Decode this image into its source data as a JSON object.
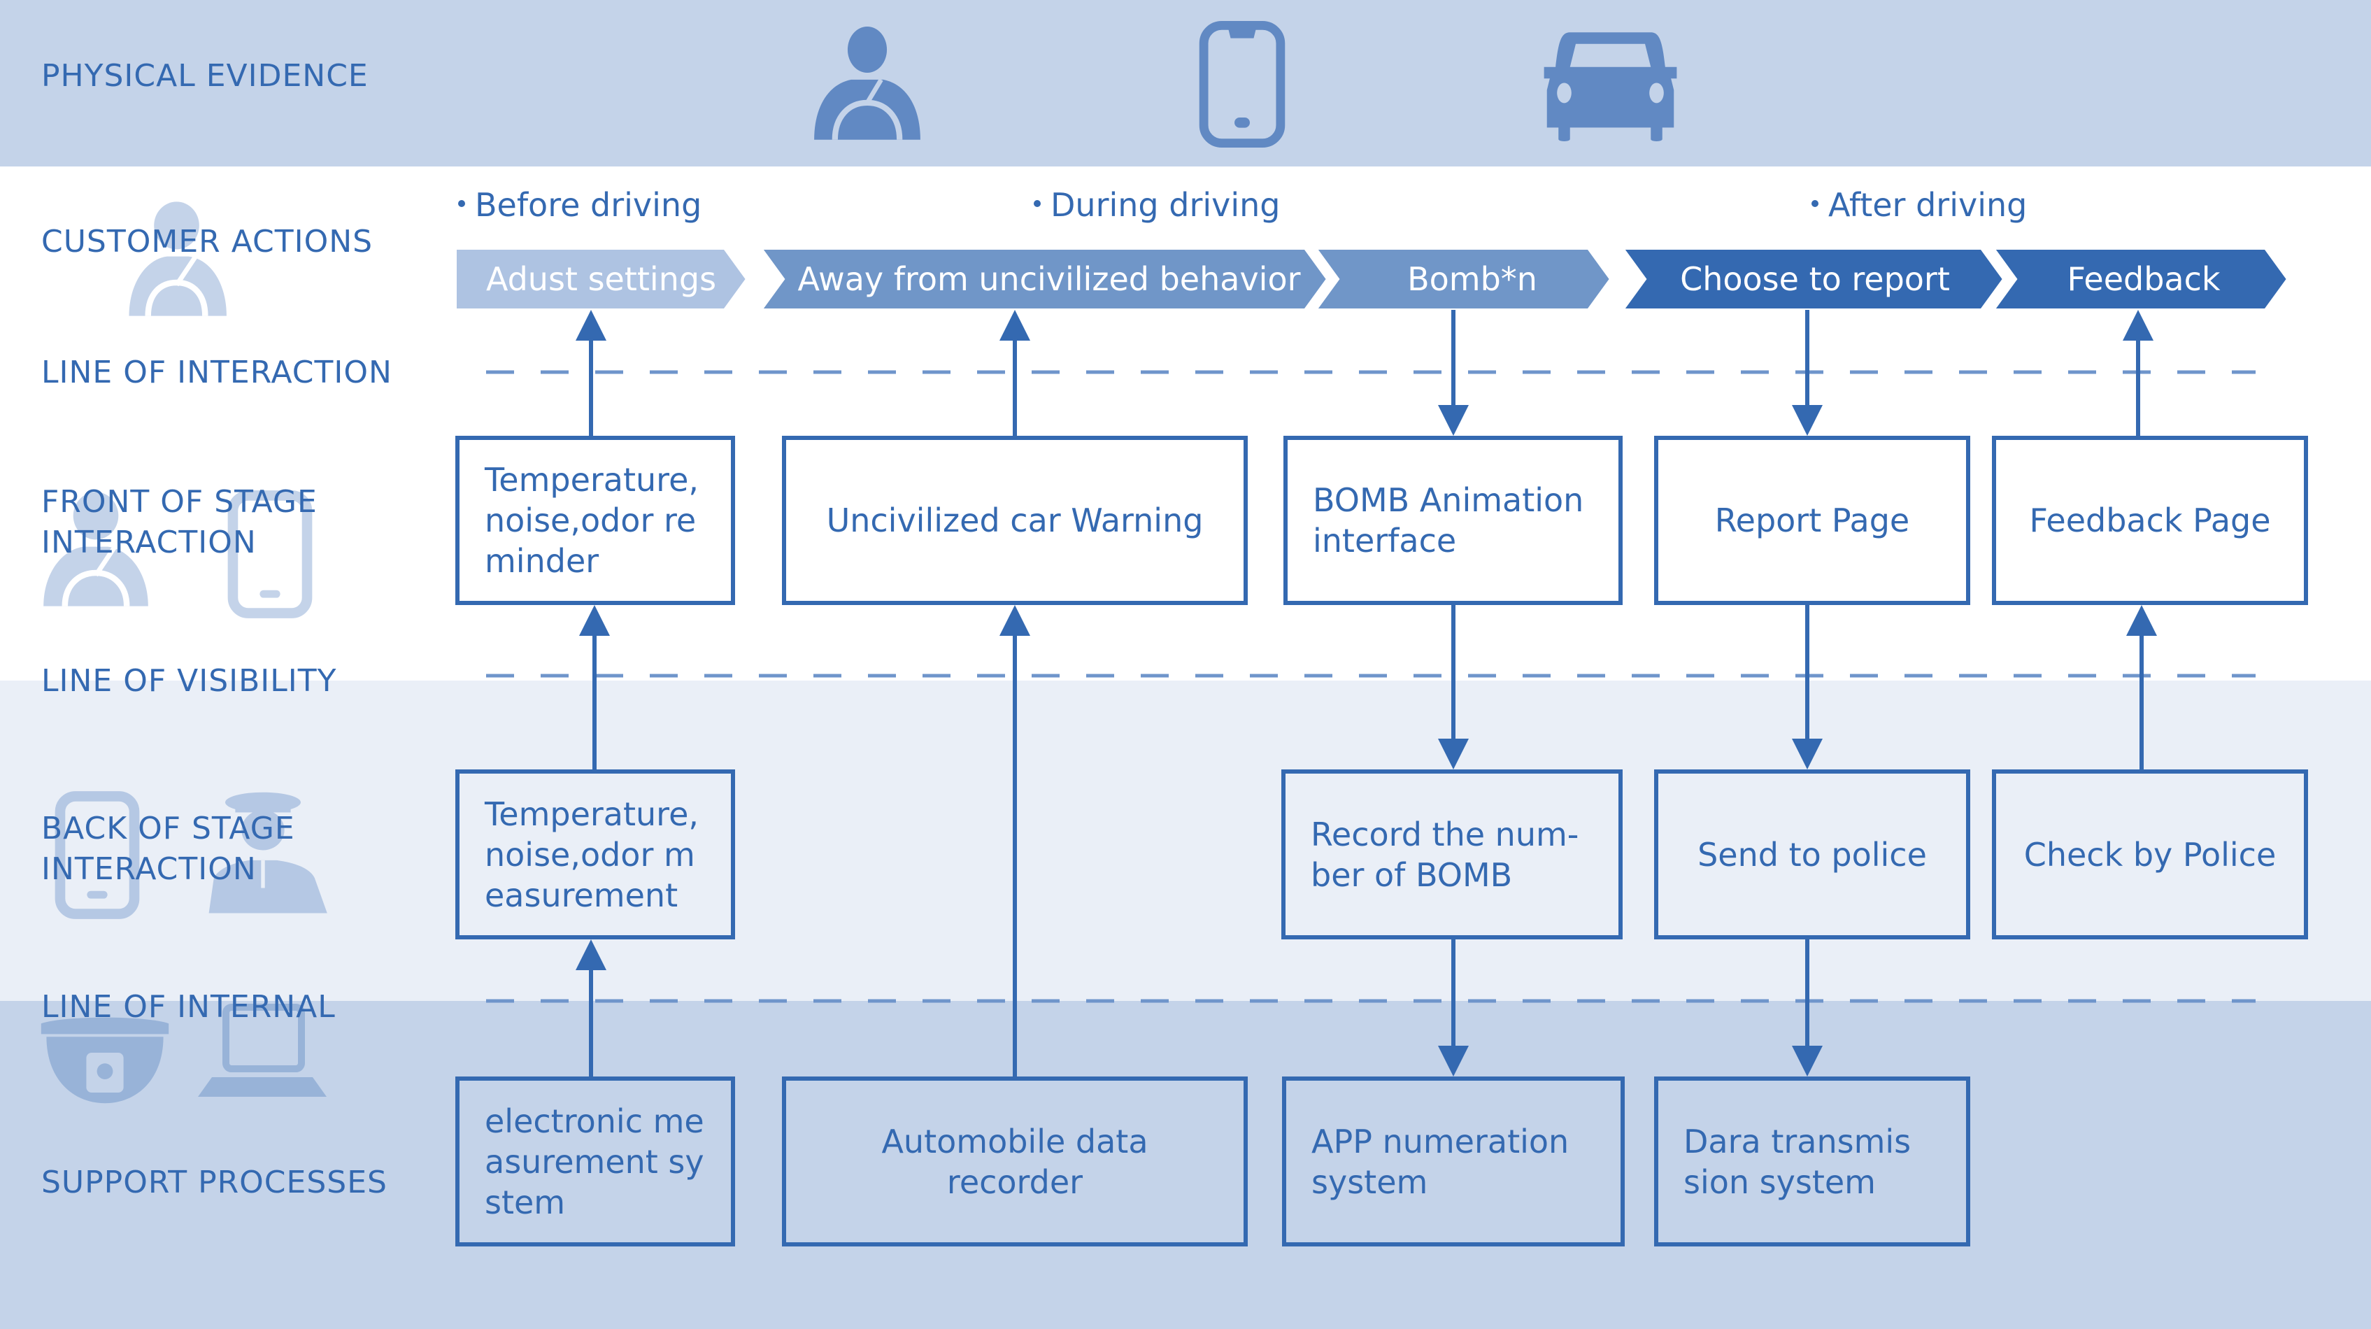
{
  "colors": {
    "primary": "#3469b1",
    "band_dark": "#c4d3e9",
    "band_light": "#eaeff7",
    "chevron_light": "#aec3e2",
    "chevron_mid": "#7096c8",
    "chevron_dark": "#3469b1",
    "icon_fill": "#6189c3",
    "ghost_fill": "#c4d3e9"
  },
  "rows": {
    "physical_evidence": "PHYSICAL EVIDENCE",
    "customer_actions": "CUSTOMER ACTIONS",
    "line_of_interaction": "LINE OF INTERACTION",
    "front_of_stage": "FRONT OF STAGE\nINTERACTION",
    "line_of_visibility": "LINE OF VISIBILITY",
    "back_of_stage": "BACK OF STAGE\nINTERACTION",
    "line_of_internal": "LINE OF INTERNAL",
    "support_processes": "SUPPORT PROCESSES"
  },
  "physical_evidence_icons": [
    "driver-icon",
    "smartphone-icon",
    "car-icon"
  ],
  "phases": [
    "Before driving",
    "During driving",
    "After driving"
  ],
  "customer_actions": [
    {
      "label": "Adust settings",
      "shade": "light"
    },
    {
      "label": "Away from uncivilized behavior",
      "shade": "mid"
    },
    {
      "label": "Bomb*n",
      "shade": "mid"
    },
    {
      "label": "Choose to report",
      "shade": "dark"
    },
    {
      "label": "Feedback",
      "shade": "dark"
    }
  ],
  "front_of_stage": [
    "Temperature,\nnoise,odor re\nminder",
    "Uncivilized car Warning",
    "BOMB Animation\ninterface",
    "Report Page",
    "Feedback Page"
  ],
  "back_of_stage": [
    "Temperature,\nnoise,odor m\neasurement",
    "",
    "Record the num-\nber of BOMB",
    "Send to police",
    "Check by Police"
  ],
  "support_processes": [
    "electronic me\nasurement sy\nstem",
    "Automobile data recorder",
    "APP numeration\nsystem",
    "Dara transmis\nsion system"
  ],
  "flows": [
    {
      "column": 1,
      "direction": "up",
      "path": [
        "support",
        "back",
        "front",
        "action"
      ]
    },
    {
      "column": 2,
      "direction": "up",
      "path": [
        "support",
        "front",
        "action"
      ]
    },
    {
      "column": 3,
      "direction": "down",
      "path": [
        "action",
        "front",
        "back",
        "support"
      ]
    },
    {
      "column": 4,
      "direction": "down",
      "path": [
        "action",
        "front",
        "back",
        "support"
      ]
    },
    {
      "column": 5,
      "direction": "up",
      "path": [
        "back",
        "front",
        "action"
      ]
    }
  ]
}
